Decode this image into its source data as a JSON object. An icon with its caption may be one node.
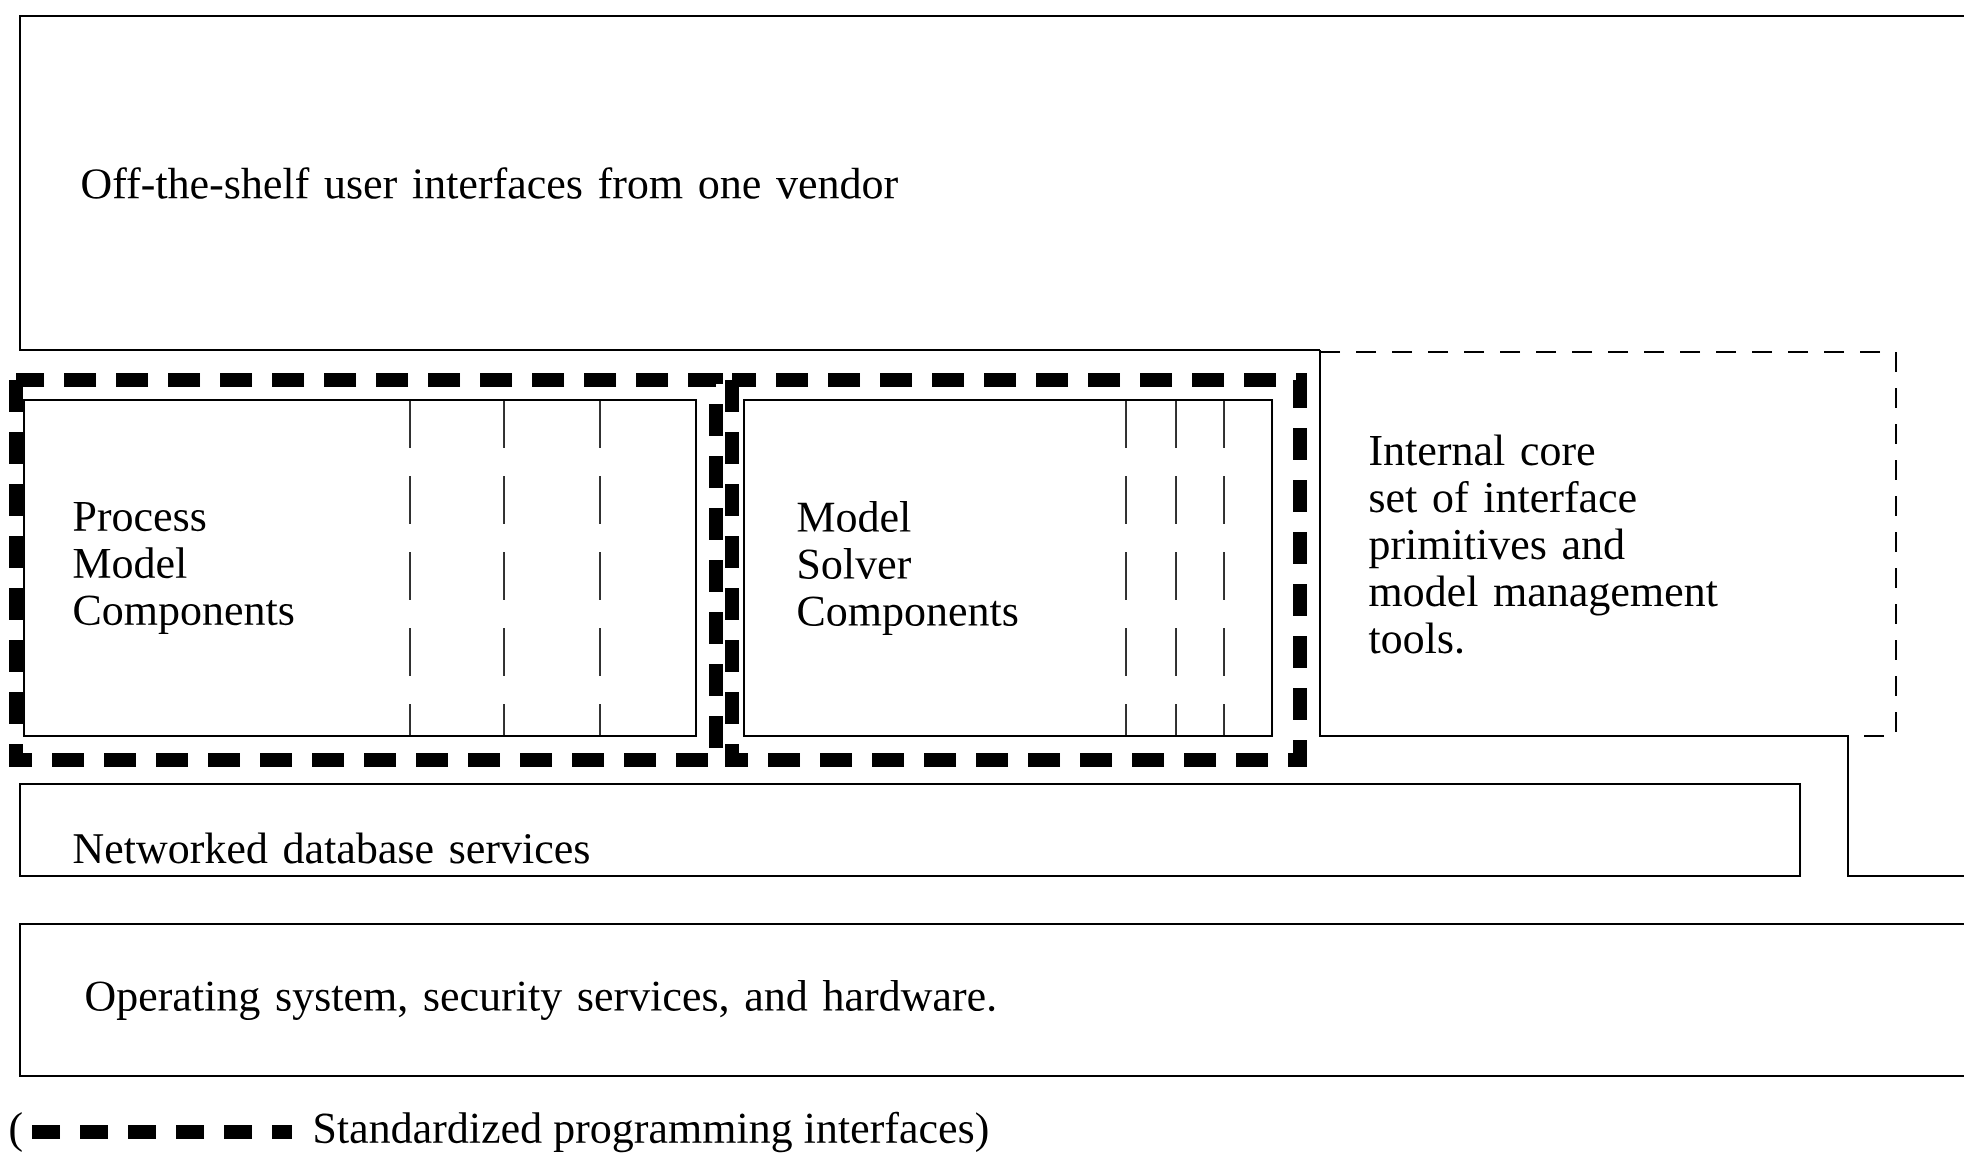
{
  "diagram": {
    "nodes": [
      {
        "text": [
          "Off-the-shelf user interfaces from one vendor"
        ]
      },
      {
        "text": [],
        "shape": "box"
      },
      {
        "text": [
          "Process Model Components"
        ],
        "in": 1
      },
      {
        "text": [],
        "shape": "box"
      },
      {
        "text": [
          "Model Solver Components"
        ],
        "in": 3
      },
      {
        "text": [
          "Internal core set of interface primitives and model management tools."
        ]
      },
      {
        "text": [
          "Networked database services"
        ]
      },
      {
        "text": [
          "Operating system, security services, and hardware."
        ]
      }
    ],
    "labels": [
      "("
    ],
    "legend": [
      {
        "text": "Standardized programming interfaces)"
      }
    ]
  }
}
